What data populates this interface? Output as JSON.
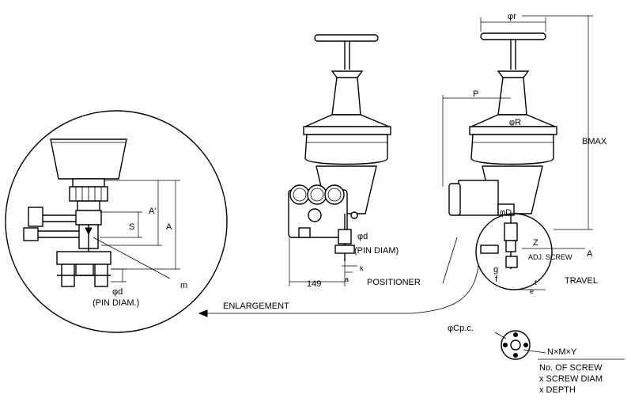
{
  "labels": {
    "phi_r": "φr",
    "b_max": "BMAX",
    "p": "P",
    "phi_r_body": "φR",
    "phi_d_mid": "φd",
    "pin_diam_mid": "(PIN DIAM)",
    "k": "k",
    "a": "a",
    "dim_149": "149",
    "positioner": "POSITIONER",
    "phi_D": "φD",
    "z": "Z",
    "adj_screw": "ADJ. SCREW",
    "a_right": "A",
    "g": "g",
    "f": "f",
    "t": "t",
    "e": "e",
    "travel": "TRAVEL",
    "enlargement": "ENLARGEMENT",
    "a_prime": "A'",
    "a_enl": "A",
    "s": "S",
    "m": "m",
    "phi_d_enl": "φd",
    "pin_diam_enl": "(PIN DIAM.)",
    "phi_cpc": "φCp.c.",
    "nxmxy": "N×M×Y",
    "screw_line1": "No. OF SCREW",
    "screw_line2": "x SCREW DIAM",
    "screw_line3": "x DEPTH"
  }
}
